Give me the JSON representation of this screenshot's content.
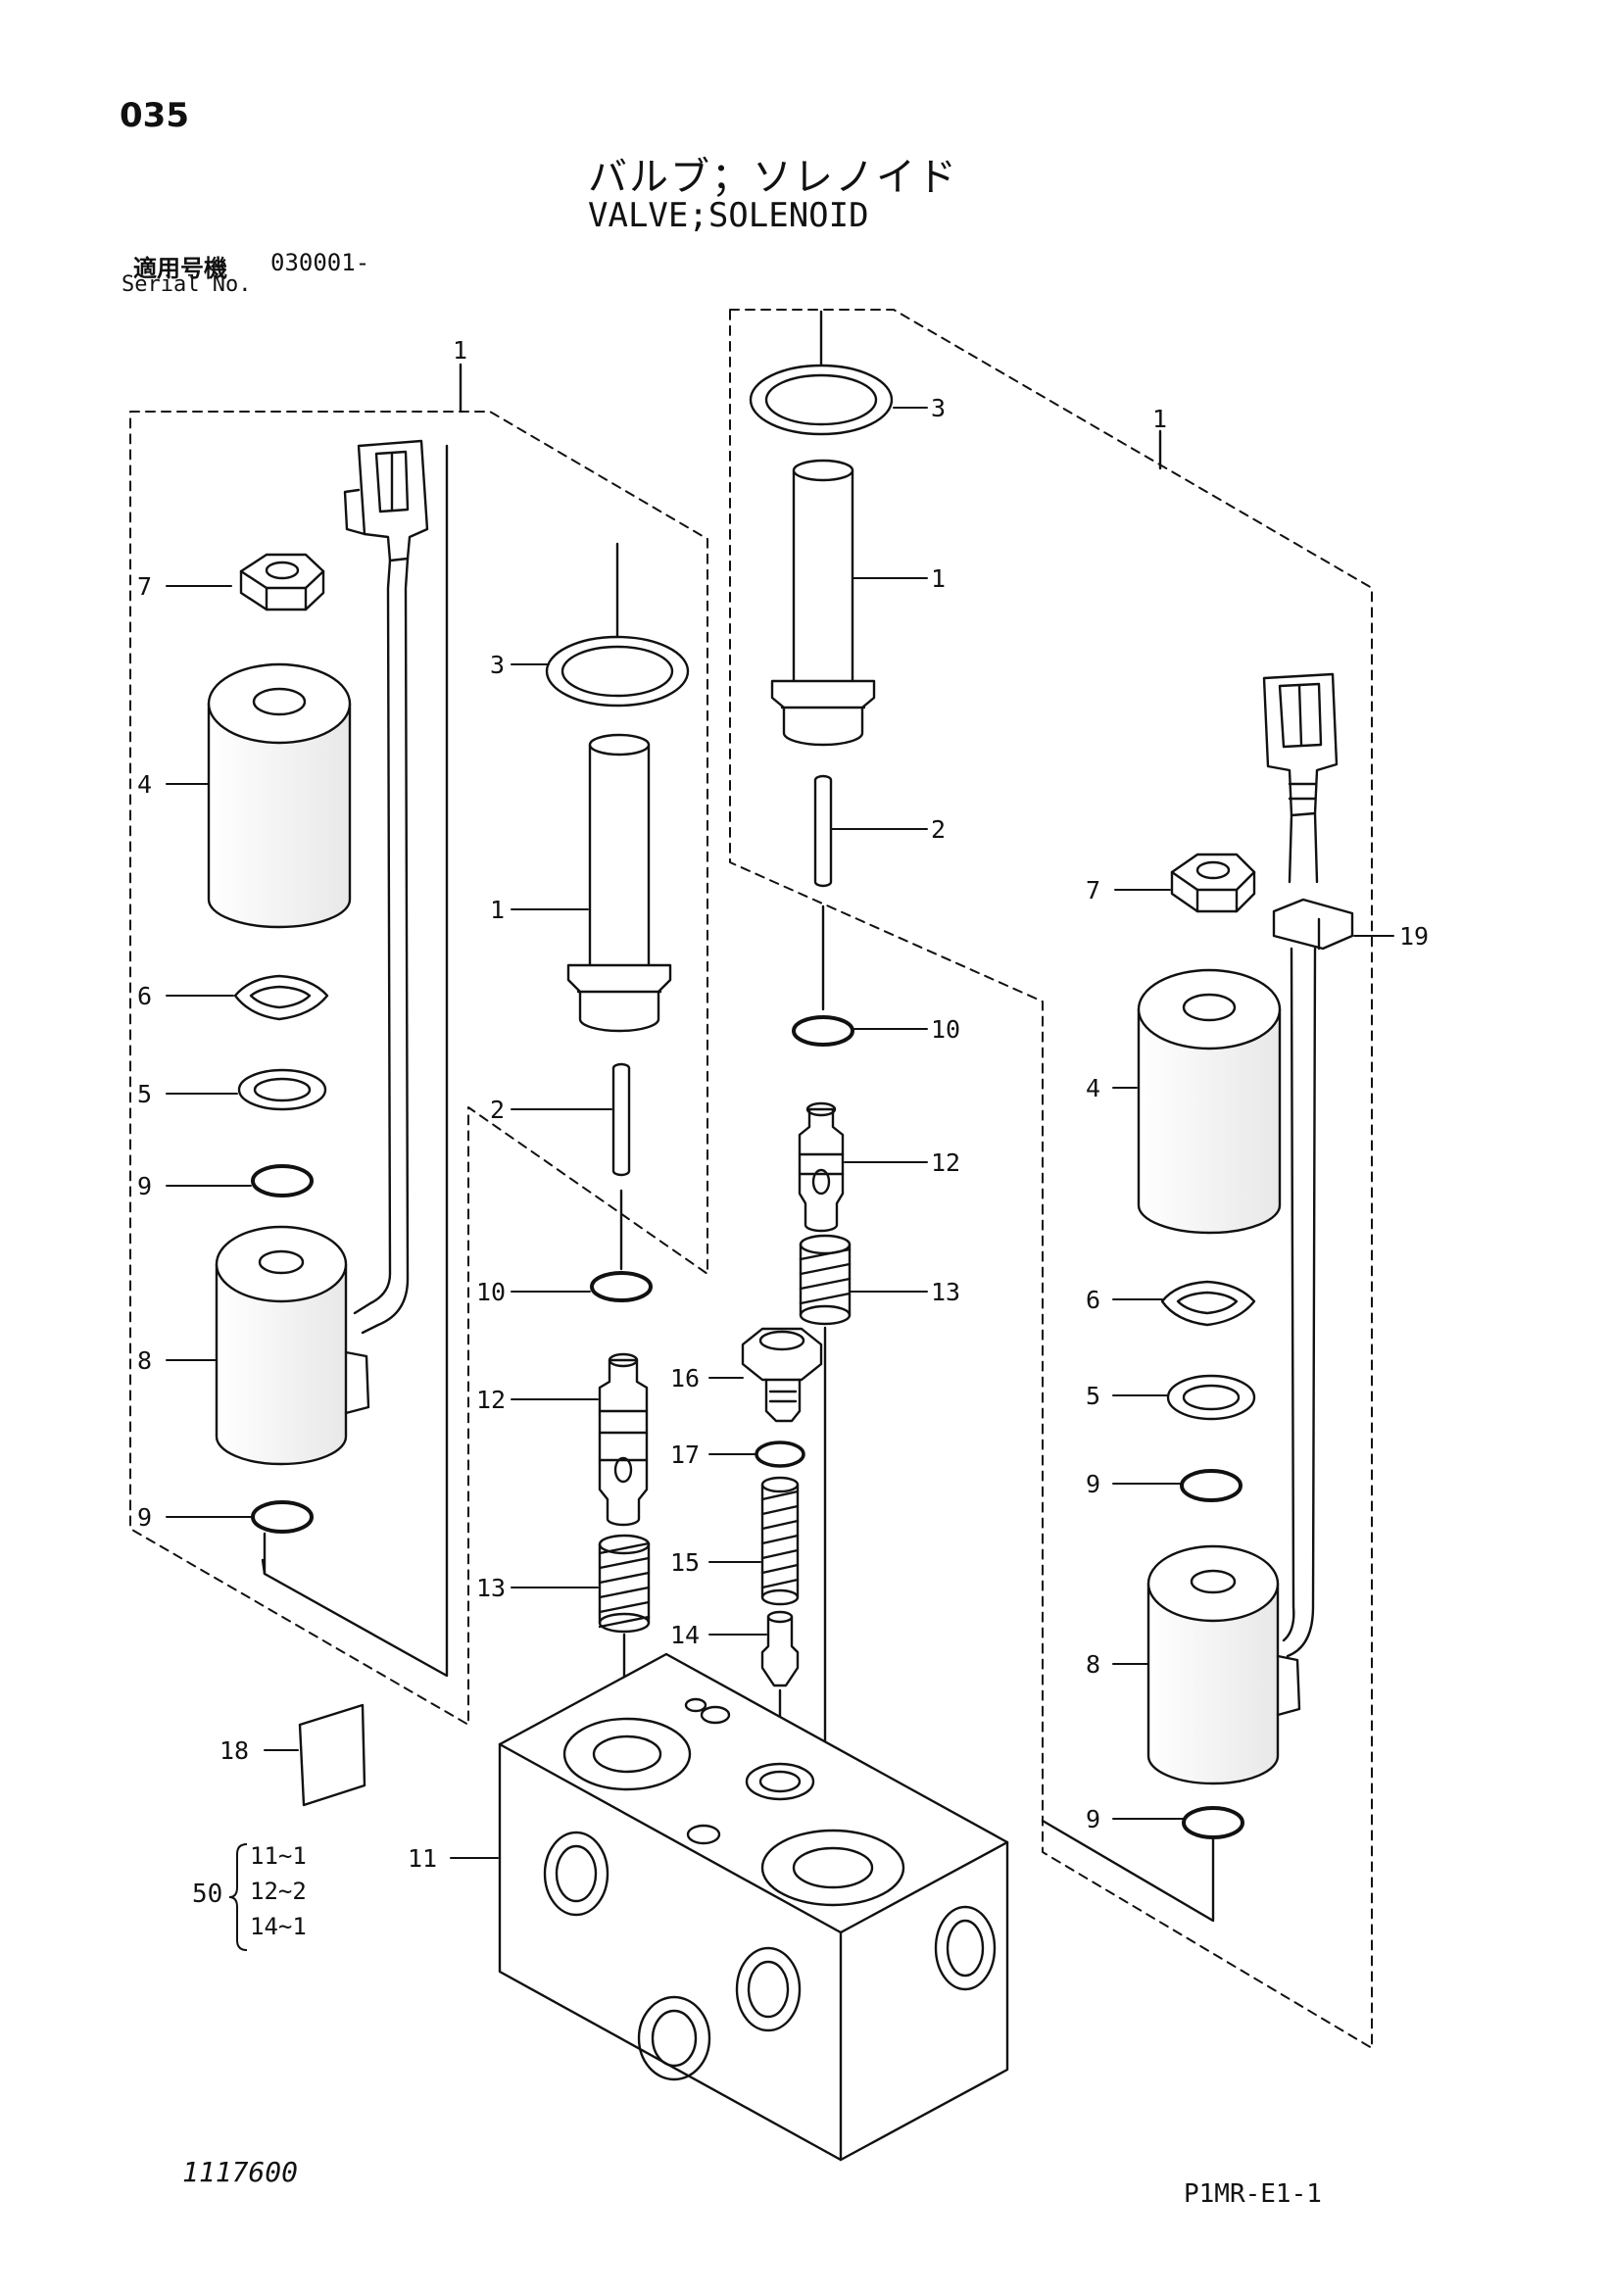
{
  "header": {
    "page_number": "035",
    "title_jp": "バルブ；ソレノイド",
    "title_en": "VALVE;SOLENOID",
    "serial_label_jp": "適用号機",
    "serial_value": "030001-",
    "serial_label_en": "Serial No."
  },
  "footer": {
    "drawing_number": "1117600",
    "sheet_code": "P1MR-E1-1"
  },
  "kit": {
    "quantity_label": "50",
    "items": [
      "11~1",
      "12~2",
      "14~1"
    ]
  },
  "callouts": {
    "left_assembly": "1",
    "left_nut": "7",
    "left_coil": "4",
    "left_plate": "6",
    "left_washer": "5",
    "left_oring_upper": "9",
    "left_solenoid": "8",
    "left_oring_lower": "9",
    "left_seal": "3",
    "left_sleeve": "1",
    "left_pin": "2",
    "left_oring_small": "10",
    "left_spool": "12",
    "left_spring": "13",
    "right_assembly": "1",
    "right_seal": "3",
    "right_sleeve": "1",
    "right_pin": "2",
    "right_oring_small": "10",
    "right_spool": "12",
    "right_spring": "13",
    "plug": "16",
    "plug_oring": "17",
    "spring_15": "15",
    "piston": "14",
    "label_plate": "18",
    "body": "11",
    "right_nut": "7",
    "clamp": "19",
    "right_coil": "4",
    "right_plate": "6",
    "right_washer": "5",
    "right_oring_upper": "9",
    "right_solenoid": "8",
    "right_oring_lower": "9"
  }
}
